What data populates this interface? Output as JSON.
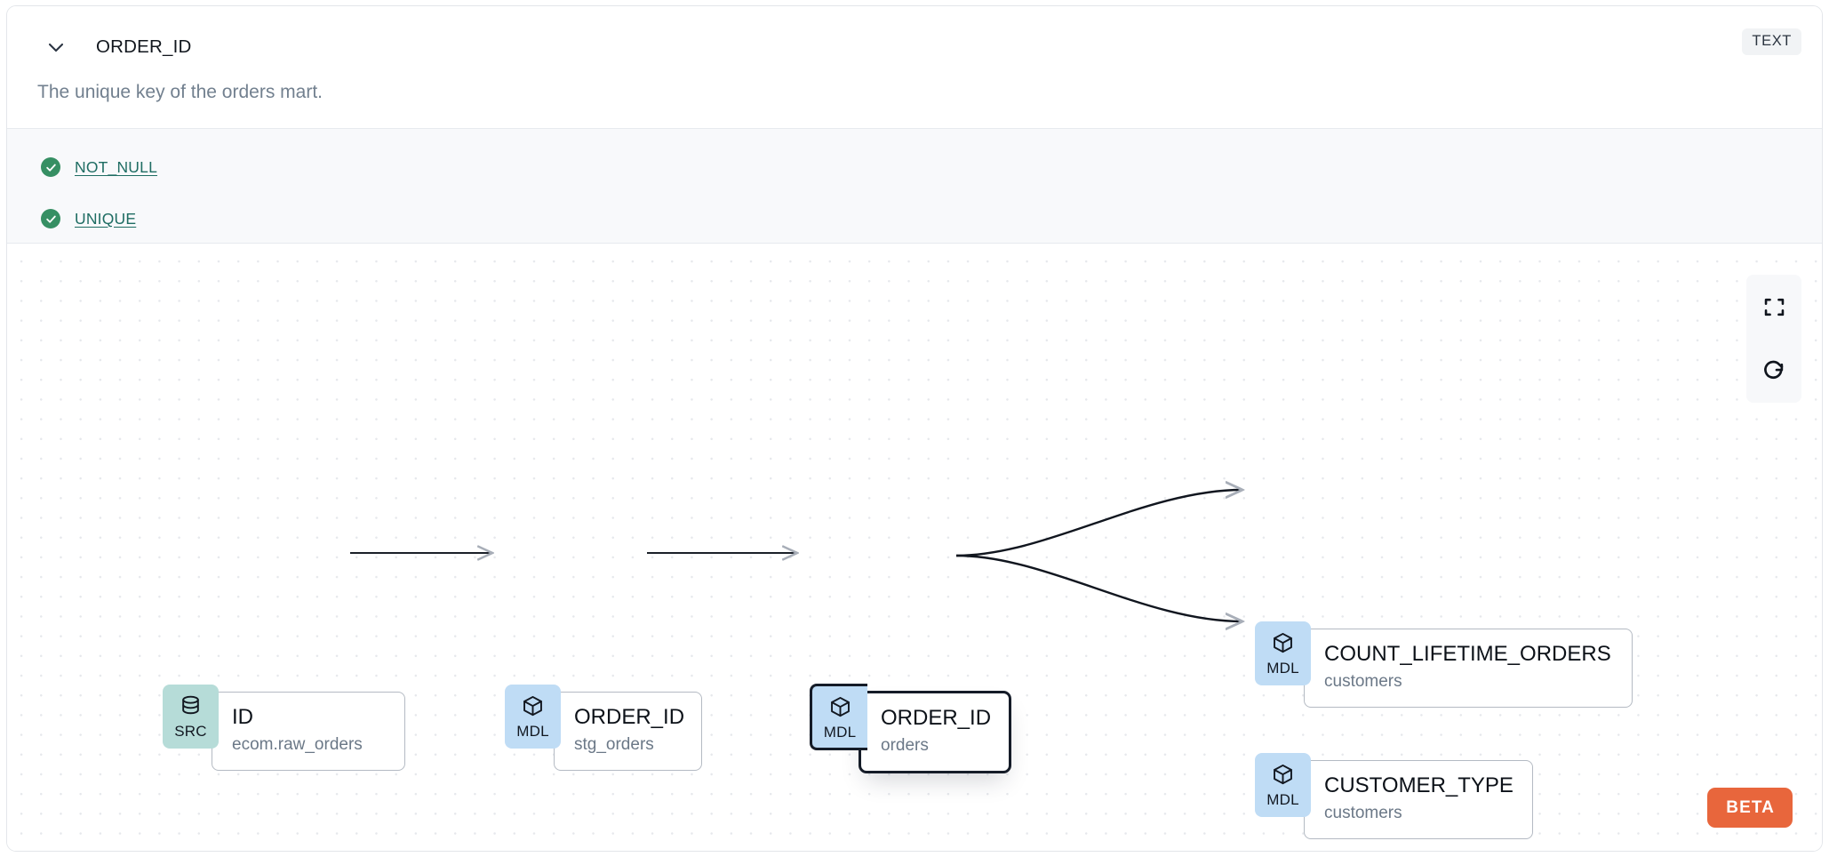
{
  "header": {
    "chevron_icon": "chevron-down-icon",
    "column_name": "ORDER_ID",
    "type_badge": "TEXT",
    "description": "The unique key of the orders mart."
  },
  "tests": {
    "items": [
      {
        "icon": "check-circle-icon",
        "label": "NOT_NULL"
      },
      {
        "icon": "check-circle-icon",
        "label": "UNIQUE"
      }
    ]
  },
  "graph": {
    "nodes": [
      {
        "id": "src",
        "badge": "SRC",
        "badge_icon": "database-icon",
        "name": "ID",
        "parent": "ecom.raw_orders",
        "selected": false
      },
      {
        "id": "stg",
        "badge": "MDL",
        "badge_icon": "cube-icon",
        "name": "ORDER_ID",
        "parent": "stg_orders",
        "selected": false
      },
      {
        "id": "orders",
        "badge": "MDL",
        "badge_icon": "cube-icon",
        "name": "ORDER_ID",
        "parent": "orders",
        "selected": true
      },
      {
        "id": "count",
        "badge": "MDL",
        "badge_icon": "cube-icon",
        "name": "COUNT_LIFETIME_ORDERS",
        "parent": "customers",
        "selected": false
      },
      {
        "id": "ctype",
        "badge": "MDL",
        "badge_icon": "cube-icon",
        "name": "CUSTOMER_TYPE",
        "parent": "customers",
        "selected": false
      }
    ],
    "edges": [
      {
        "from": "src",
        "to": "stg"
      },
      {
        "from": "stg",
        "to": "orders"
      },
      {
        "from": "orders",
        "to": "count"
      },
      {
        "from": "orders",
        "to": "ctype"
      }
    ],
    "controls": [
      {
        "id": "fit-view",
        "icon": "fit-view-icon"
      },
      {
        "id": "reset",
        "icon": "refresh-icon"
      }
    ],
    "beta_label": "BETA"
  },
  "colors": {
    "src_badge": "#b6dcd8",
    "mdl_badge": "#bfdcf5",
    "test_pass": "#368f63",
    "link": "#1f6d63",
    "beta": "#e8663c",
    "selected_border": "#151c28"
  }
}
